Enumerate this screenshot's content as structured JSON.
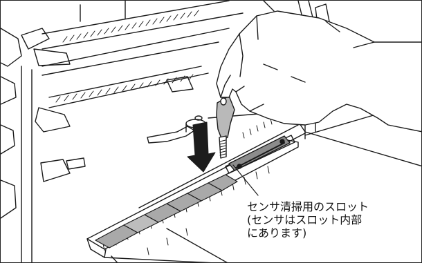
{
  "callout": {
    "line1": "センサ清掃用のスロット",
    "line2": "(センサはスロット内部",
    "line3": "にあります)"
  },
  "colors": {
    "ink": "#1a1a1a",
    "arrow": "#1c1c1c",
    "slot_fill": "#8c8c8c",
    "pad_fill": "#a9a9a9",
    "brush_fill": "#b9b9b9"
  },
  "icons": {
    "arrow": "down-arrow-icon",
    "hand": "hand-illustration",
    "brush": "cleaning-brush-icon"
  }
}
